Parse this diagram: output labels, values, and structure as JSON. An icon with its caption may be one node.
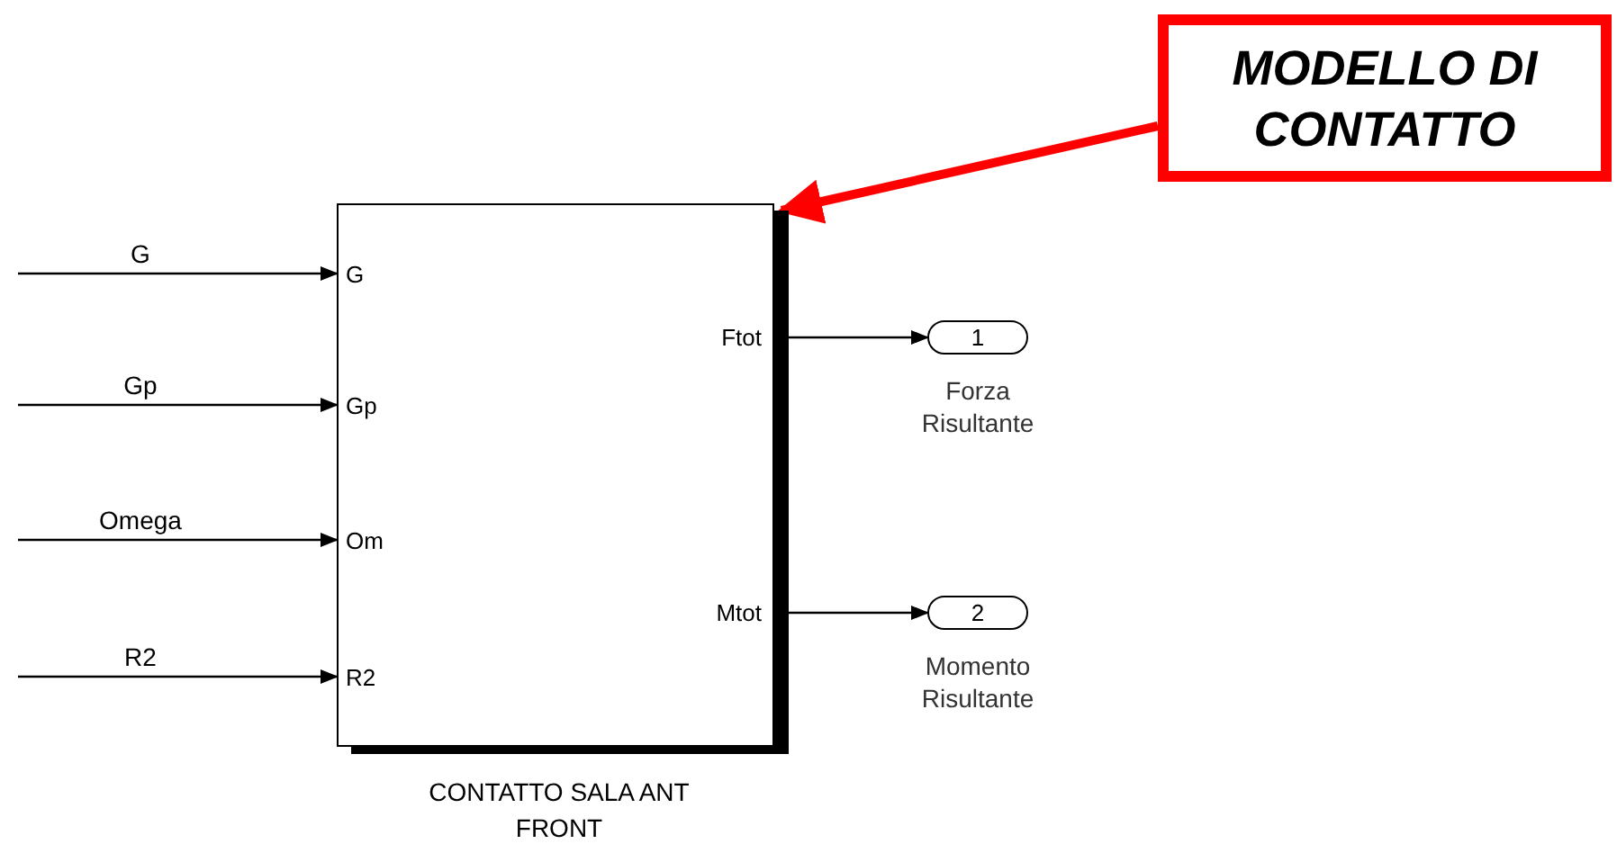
{
  "diagram": {
    "nodes": [
      {
        "text": [
          "G",
          "Gp",
          "Om",
          "R2",
          "Ftot",
          "Mtot"
        ],
        "beside": [
          "CONTATTO SALA ANT FRONT"
        ]
      },
      {
        "text": [
          "1"
        ],
        "beside": [
          "Forza Risultante"
        ]
      },
      {
        "text": [
          "2"
        ],
        "beside": [
          "Momento Risultante"
        ]
      },
      {
        "text": [
          "MODELLO DI CONTATTO"
        ]
      }
    ],
    "edges": [
      {
        "from": null,
        "to": 0,
        "arrow": "to",
        "label": "G"
      },
      {
        "from": null,
        "to": 0,
        "arrow": "to",
        "label": "Gp"
      },
      {
        "from": null,
        "to": 0,
        "arrow": "to",
        "label": "Omega"
      },
      {
        "from": null,
        "to": 0,
        "arrow": "to",
        "label": "R2"
      },
      {
        "from": 0,
        "to": 1,
        "arrow": "to"
      },
      {
        "from": 0,
        "to": 2,
        "arrow": "to"
      },
      {
        "from": 3,
        "to": 0,
        "arrow": "to",
        "style": "thick",
        "color": "#ff0000"
      }
    ]
  }
}
